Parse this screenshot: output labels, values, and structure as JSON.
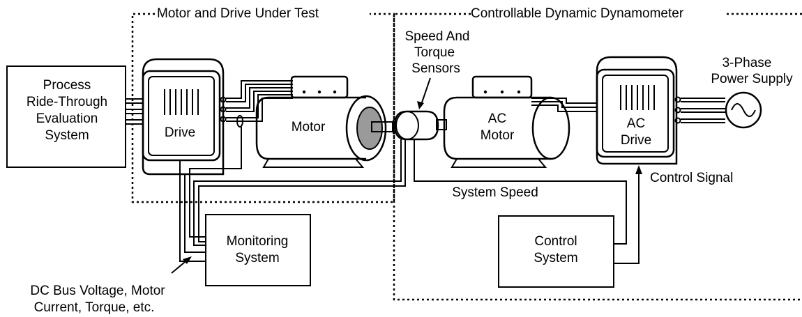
{
  "regions": {
    "under_test": "Motor and Drive Under Test",
    "dynamometer": "Controllable Dynamic Dynamometer"
  },
  "blocks": {
    "process": [
      "Process",
      "Ride-Through",
      "Evaluation",
      "System"
    ],
    "drive": "Drive",
    "motor": "Motor",
    "sensors": [
      "Speed And",
      "Torque",
      "Sensors"
    ],
    "ac_motor": [
      "AC",
      "Motor"
    ],
    "ac_drive": [
      "AC",
      "Drive"
    ],
    "power_supply": [
      "3-Phase",
      "Power Supply"
    ],
    "monitoring": [
      "Monitoring",
      "System"
    ],
    "control": [
      "Control",
      "System"
    ]
  },
  "signals": {
    "system_speed": "System Speed",
    "control_signal": "Control Signal",
    "monitor_note": [
      "DC Bus Voltage, Motor",
      "Current, Torque, etc."
    ]
  }
}
